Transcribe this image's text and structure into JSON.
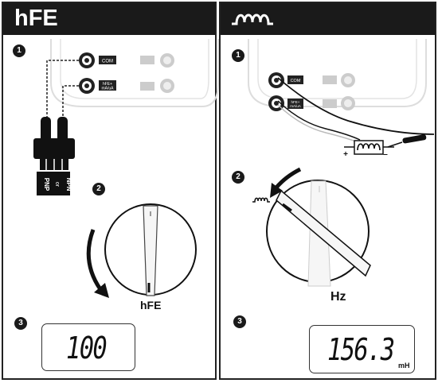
{
  "left": {
    "title": "hFE",
    "steps": [
      "1",
      "2",
      "3"
    ],
    "jacks": {
      "com": "COM",
      "hfe": "hFE+\nmA/uA"
    },
    "plug": {
      "pnp": "PNP",
      "or": "or",
      "npn": "NPN"
    },
    "dial_label": "hFE",
    "display": {
      "value": "100"
    }
  },
  "right": {
    "title_icon": "inductor-coil-icon",
    "steps": [
      "1",
      "2",
      "3"
    ],
    "jacks": {
      "com": "COM",
      "hfe": "hFE+\nmA/uA"
    },
    "polarity": {
      "plus": "+",
      "minus": "–"
    },
    "dial_label": "Hz",
    "display": {
      "value": "156.3",
      "unit": "mH"
    }
  }
}
